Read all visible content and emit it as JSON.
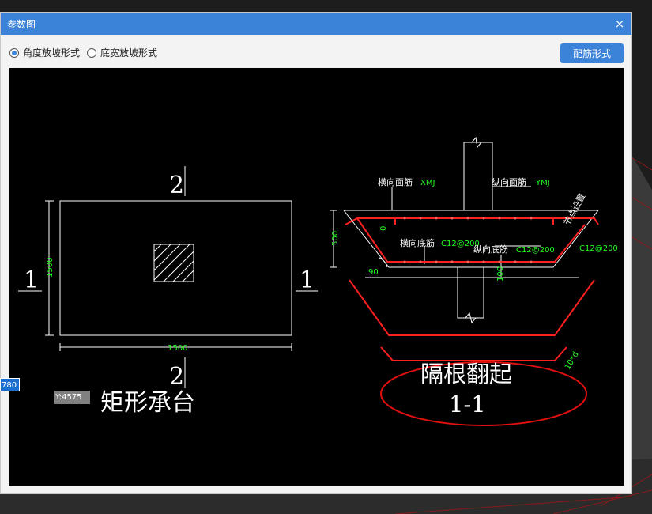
{
  "dialog": {
    "title": "参数图",
    "close_glyph": "×"
  },
  "toolbar": {
    "options": [
      {
        "label": "角度放坡形式",
        "selected": true
      },
      {
        "label": "底宽放坡形式",
        "selected": false
      }
    ],
    "rebar_button_label": "配筋形式"
  },
  "drawing": {
    "plan": {
      "section_marks": {
        "left": "1",
        "right": "1",
        "top": "2",
        "bottom": "2"
      },
      "dim_width": "1500",
      "dim_height": "1500",
      "caption": "矩形承台"
    },
    "section": {
      "caption_title": "隔根翻起",
      "caption_section": "1-1",
      "labels": {
        "transverse_top_bar": "横向面筋",
        "transverse_top_code": "XMJ",
        "longitudinal_top_bar": "纵向面筋",
        "longitudinal_top_code": "YMJ",
        "transverse_bottom_bar": "横向底筋",
        "transverse_bottom_spec": "C12@200",
        "longitudinal_bottom_bar": "纵向底筋",
        "longitudinal_bottom_spec": "C12@200",
        "side_spec": "C12@200",
        "node_setting": "节点设置",
        "dim_height": "500",
        "dim_zero": "0",
        "dim_100": "100",
        "angle": "90",
        "hook": "10*d"
      }
    },
    "coords": {
      "x_value": "780",
      "y_value": "Y:4575"
    },
    "colors": {
      "lines": "#ffffff",
      "rebar": "#ff2020",
      "annotation": "#22ff22",
      "oval": "#e01010"
    }
  }
}
